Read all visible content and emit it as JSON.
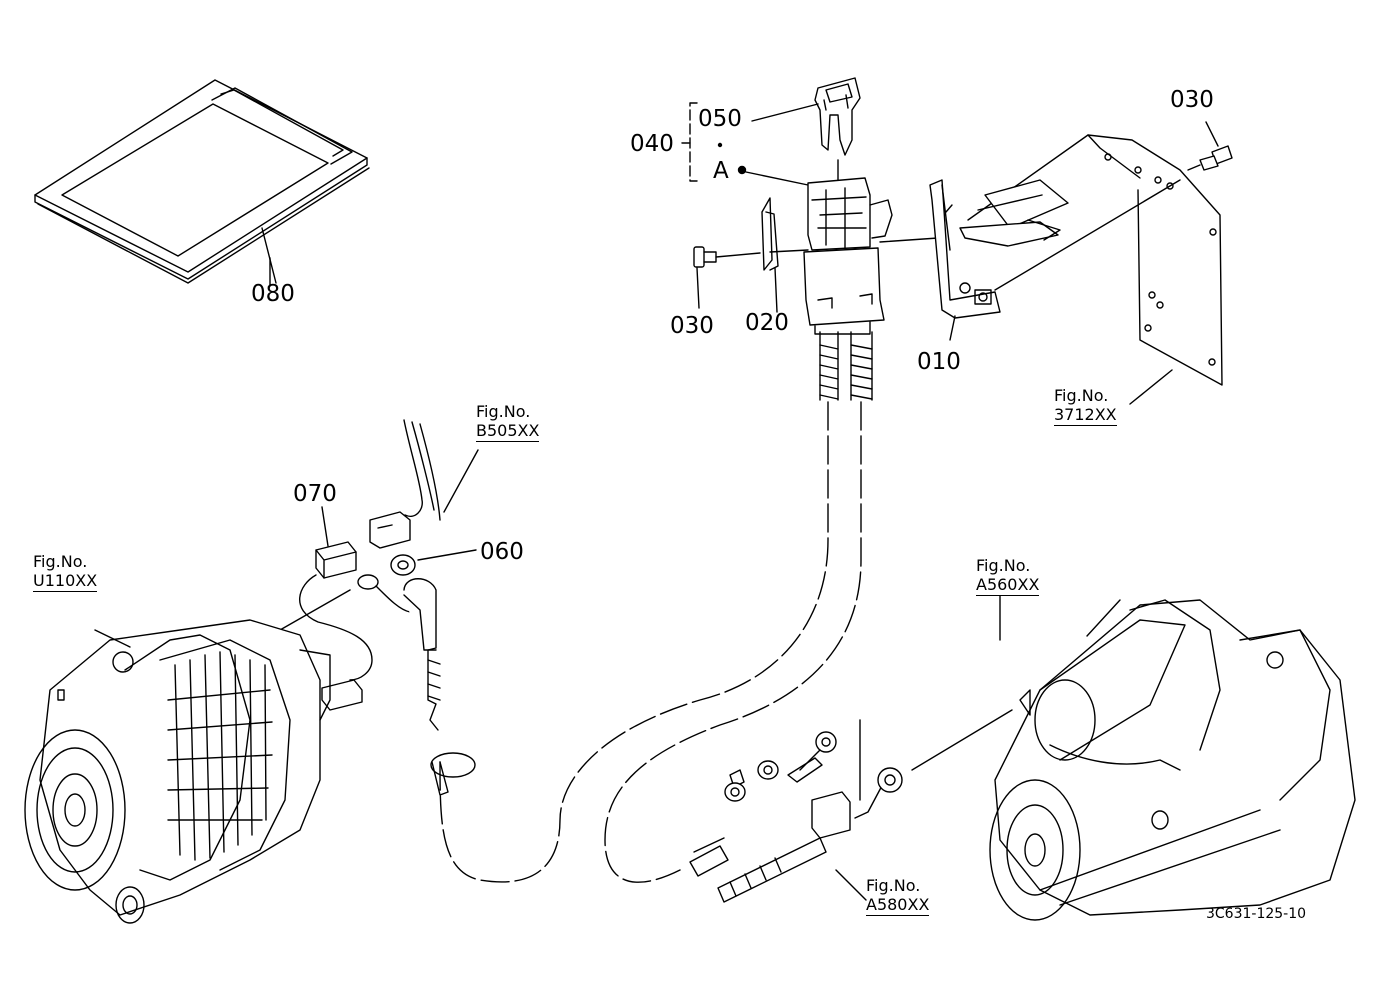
{
  "part_numbers": {
    "p010": "010",
    "p020": "020",
    "p030_left": "030",
    "p030_right": "030",
    "p040": "040",
    "p050": "050",
    "p060": "060",
    "p070": "070",
    "p080": "080",
    "detail_a": "A"
  },
  "figure_refs": {
    "prefix": "Fig.No.",
    "u110": "U110XX",
    "b505": "B505XX",
    "a560": "A560XX",
    "a580": "A580XX",
    "r3712": "3712XX"
  },
  "drawing_code": "3C631-125-10",
  "colors": {
    "line": "#000000",
    "background": "#ffffff"
  }
}
